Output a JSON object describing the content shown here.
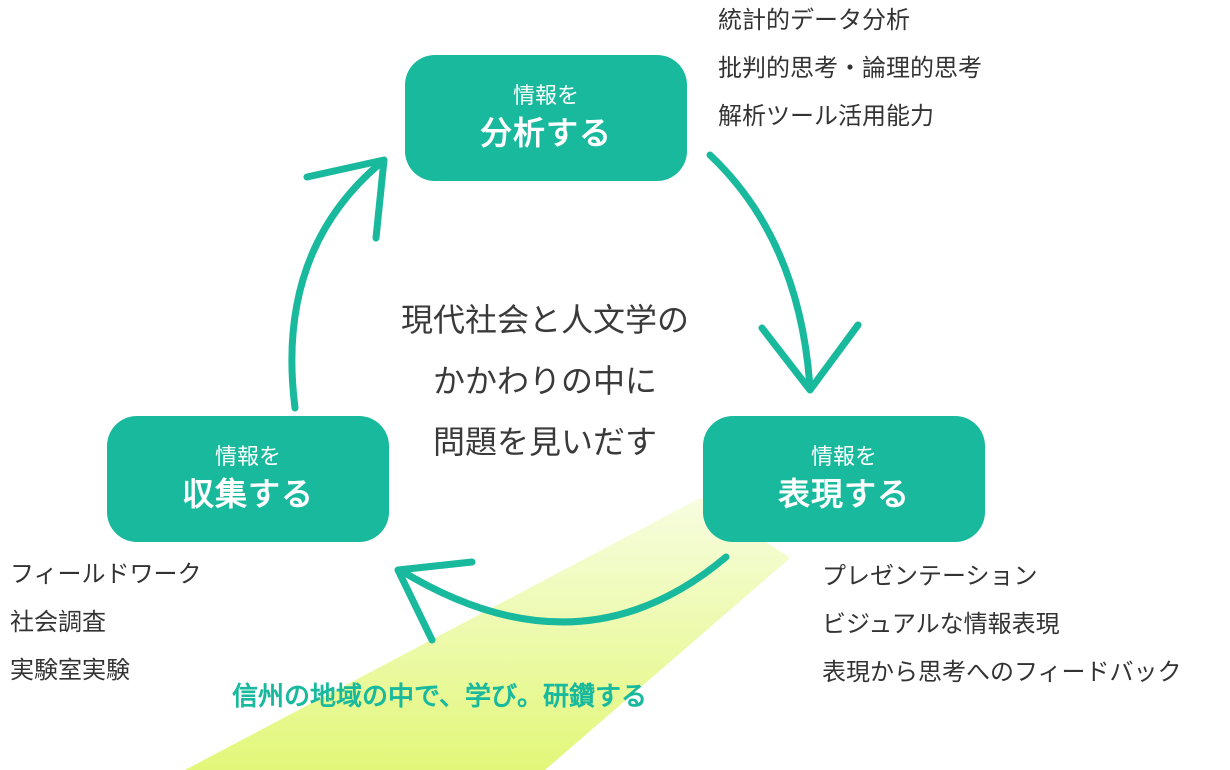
{
  "colors": {
    "accent": "#18b99d",
    "box_text": "#ffffff",
    "body_text": "#333333",
    "beam": "#e6f99a"
  },
  "nodes": {
    "analyze": {
      "sub": "情報を",
      "main": "分析する"
    },
    "express": {
      "sub": "情報を",
      "main": "表現する"
    },
    "collect": {
      "sub": "情報を",
      "main": "収集する"
    }
  },
  "lists": {
    "analyze": [
      "統計的データ分析",
      "批判的思考・論理的思考",
      "解析ツール活用能力"
    ],
    "express": [
      "プレゼンテーション",
      "ビジュアルな情報表現",
      "表現から思考へのフィードバック"
    ],
    "collect": [
      "フィールドワーク",
      "社会調査",
      "実験室実験"
    ]
  },
  "center": [
    "現代社会と人文学の",
    "かかわりの中に",
    "問題を見いだす"
  ],
  "tagline": "信州の地域の中で、学び。研鑽する"
}
